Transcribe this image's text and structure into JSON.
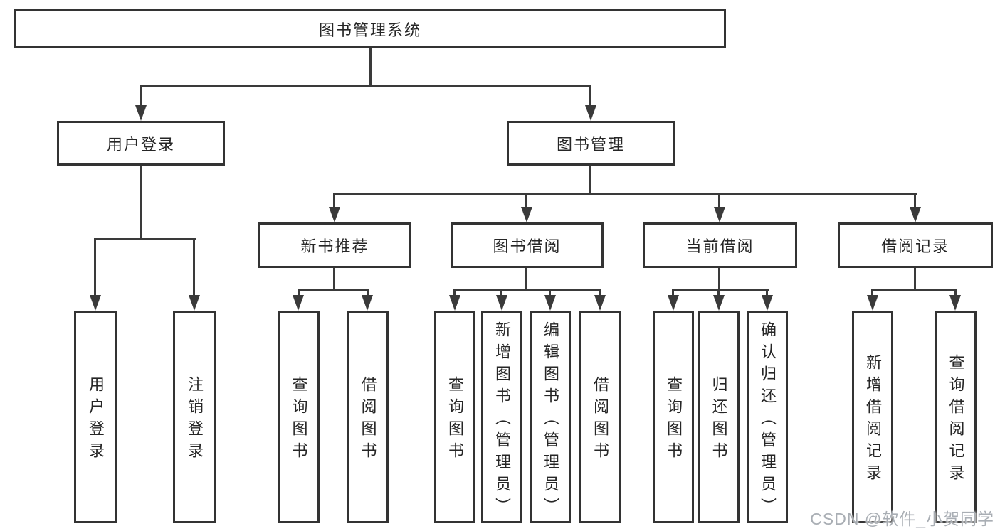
{
  "tree": {
    "root": {
      "label": "图书管理系统"
    },
    "children": [
      {
        "label": "用户登录",
        "children": [
          {
            "label": "用户登录"
          },
          {
            "label": "注销登录"
          }
        ]
      },
      {
        "label": "图书管理",
        "children": [
          {
            "label": "新书推荐",
            "children": [
              {
                "label": "查询图书"
              },
              {
                "label": "借阅图书"
              }
            ]
          },
          {
            "label": "图书借阅",
            "children": [
              {
                "label": "查询图书"
              },
              {
                "label": "新增图书（管理员）"
              },
              {
                "label": "编辑图书（管理员）"
              },
              {
                "label": "借阅图书"
              }
            ]
          },
          {
            "label": "当前借阅",
            "children": [
              {
                "label": "查询图书"
              },
              {
                "label": "归还图书"
              },
              {
                "label": "确认归还（管理员）"
              }
            ]
          },
          {
            "label": "借阅记录",
            "children": [
              {
                "label": "新增借阅记录"
              },
              {
                "label": "查询借阅记录"
              }
            ]
          }
        ]
      }
    ]
  },
  "watermark": {
    "text": "CSDN @软件_小贺同学"
  },
  "colors": {
    "line": "#3a3a3a",
    "box_border": "#333333",
    "text": "#262626",
    "watermark": "#a9aeb4",
    "background": "#ffffff"
  }
}
